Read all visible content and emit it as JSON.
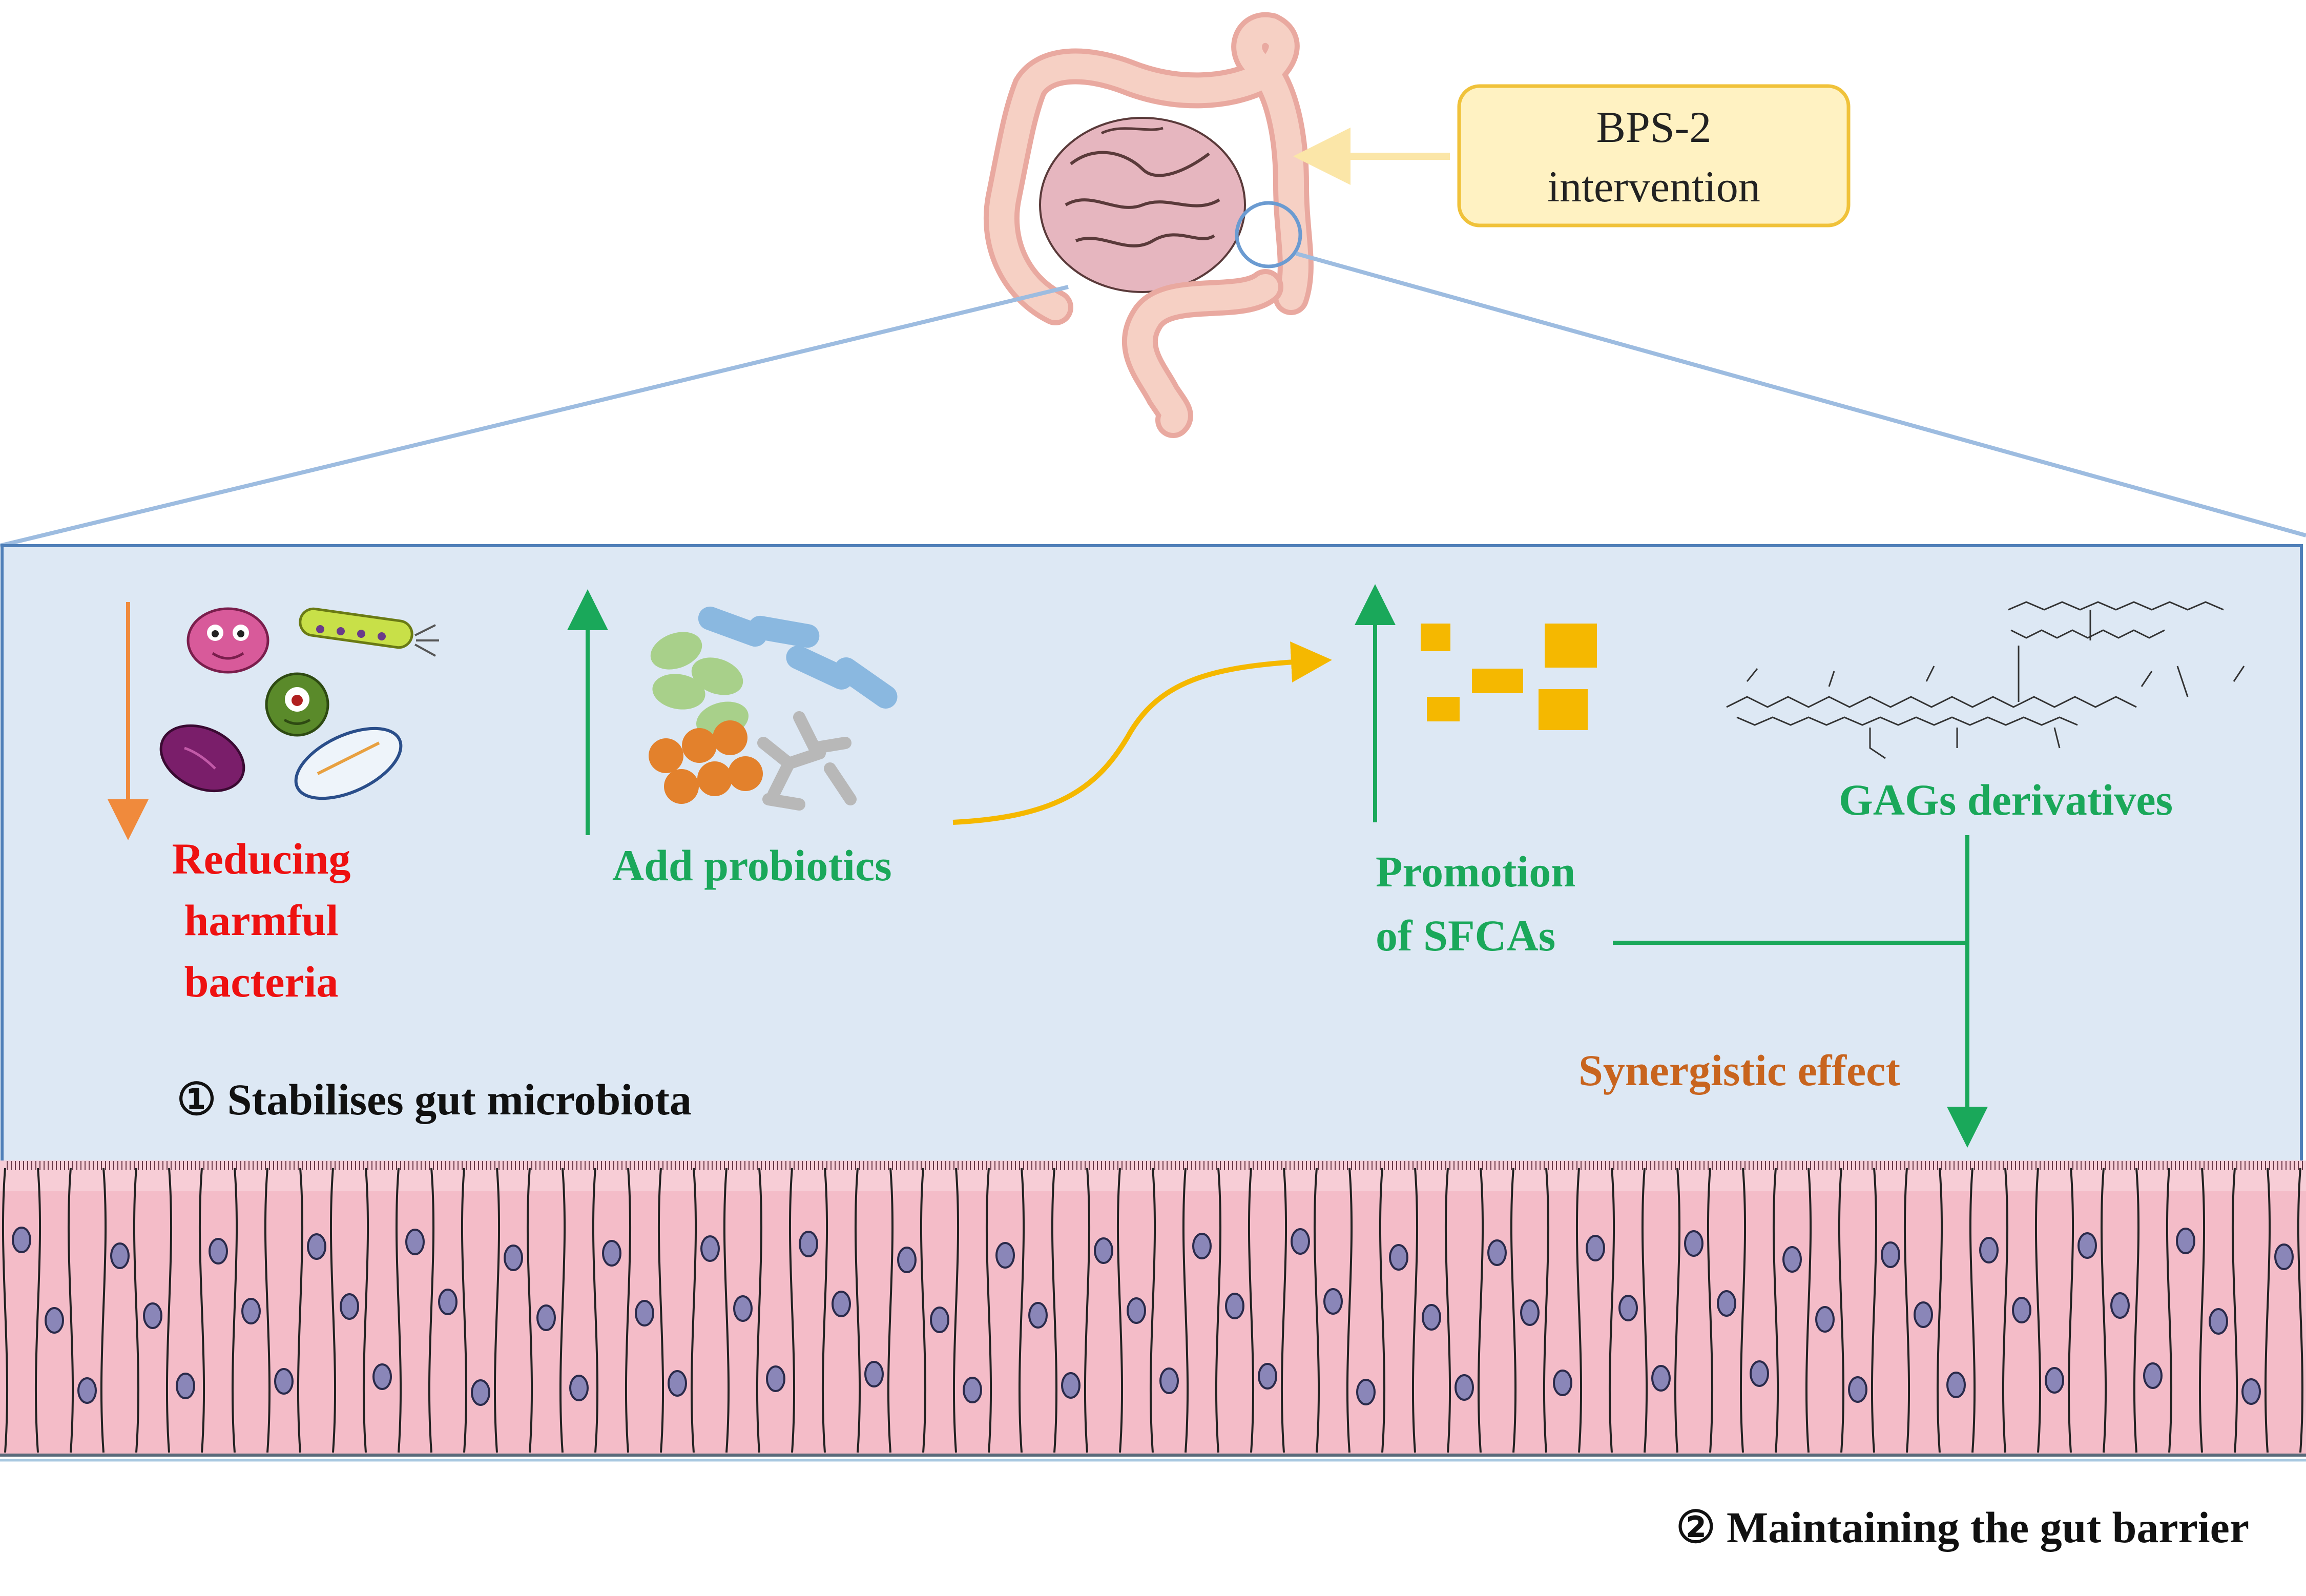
{
  "intervention": {
    "line1": "BPS-2",
    "line2": "intervention"
  },
  "microbiota": {
    "reduce": {
      "line1": "Reducing",
      "line2": "harmful",
      "line3": "bacteria"
    },
    "probiotics": "Add probiotics",
    "scfa": {
      "line1": "Promotion",
      "line2": "of SFCAs"
    },
    "gags": "GAGs derivatives",
    "synergy": "Synergistic effect",
    "section1": "① Stabilises gut microbiota"
  },
  "barrier": {
    "section2": "② Maintaining the gut barrier"
  },
  "colors": {
    "panel": "#dde8f4",
    "panel_border": "#4f7fb8",
    "zoom_line": "#9dbce0",
    "green": "#1aa85a",
    "red": "#ee1111",
    "orange_arrow": "#f08a3c",
    "brown": "#c8641e",
    "gold": "#f5b800",
    "intervention_fill": "#fff2c2",
    "intervention_border": "#f0c23a",
    "cell_pink": "#f4bcc8",
    "nucleus": "#8a86b8"
  }
}
